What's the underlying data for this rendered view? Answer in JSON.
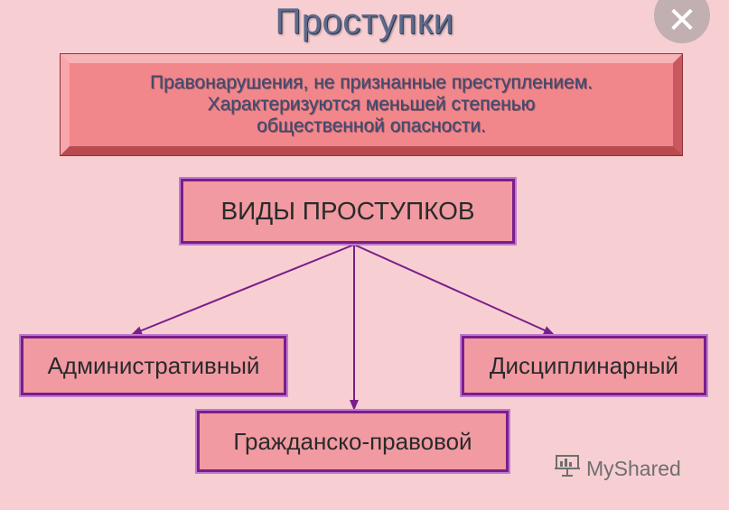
{
  "title": "Проступки",
  "definition": {
    "lines": [
      "Правонарушения,  не признанные преступлением.",
      "Характеризуются меньшей степенью",
      "общественной опасности."
    ]
  },
  "diagram": {
    "root": "ВИДЫ ПРОСТУПКОВ",
    "children": [
      "Административный",
      "Гражданско-правовой",
      "Дисциплинарный"
    ]
  },
  "watermark": "MyShared",
  "icons": {
    "close": "close-icon",
    "watermark": "myshared-logo-icon"
  },
  "colors": {
    "background": "#f7cfd3",
    "definition_fill": "#f1868b",
    "node_fill": "#f19aa2",
    "node_border": "#7a1e8a",
    "arrow": "#7a1e8a",
    "title": "#5d6a8c"
  }
}
